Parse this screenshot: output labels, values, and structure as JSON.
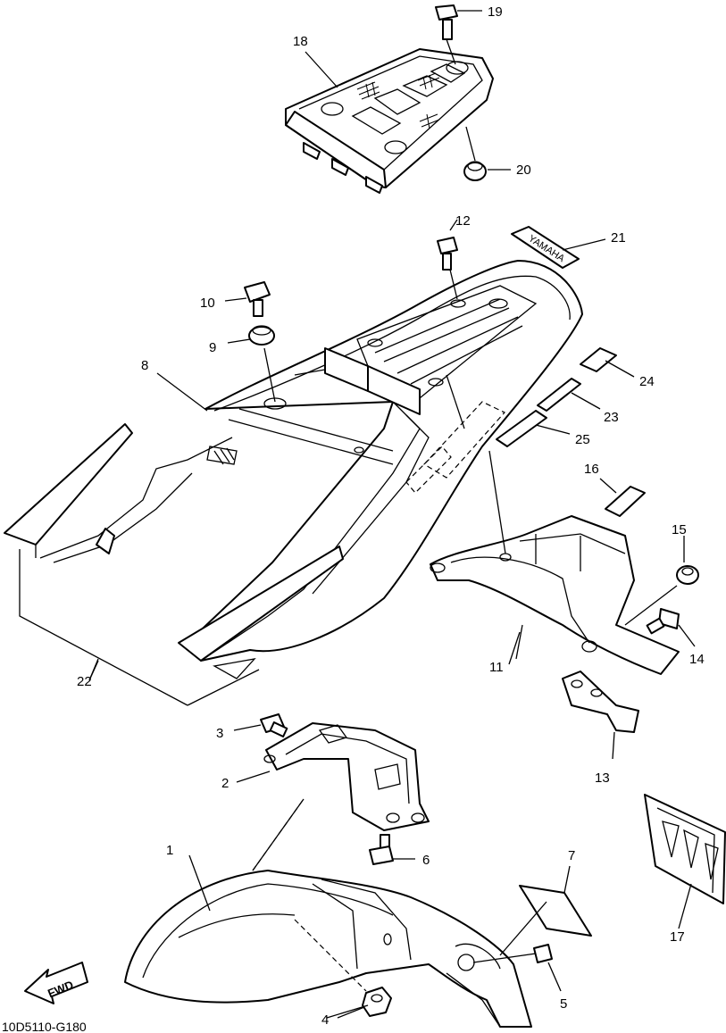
{
  "drawing_code": "10D5110-G180",
  "fwd_label": "FWD",
  "brand_decal": "YAMAHA",
  "callouts": [
    {
      "id": "p1",
      "label": "1"
    },
    {
      "id": "p2",
      "label": "2"
    },
    {
      "id": "p3",
      "label": "3"
    },
    {
      "id": "p4",
      "label": "4"
    },
    {
      "id": "p5",
      "label": "5"
    },
    {
      "id": "p6",
      "label": "6"
    },
    {
      "id": "p7",
      "label": "7"
    },
    {
      "id": "p8",
      "label": "8"
    },
    {
      "id": "p9",
      "label": "9"
    },
    {
      "id": "p10",
      "label": "10"
    },
    {
      "id": "p11",
      "label": "11"
    },
    {
      "id": "p12",
      "label": "12"
    },
    {
      "id": "p13",
      "label": "13"
    },
    {
      "id": "p14",
      "label": "14"
    },
    {
      "id": "p15",
      "label": "15"
    },
    {
      "id": "p16",
      "label": "16"
    },
    {
      "id": "p17",
      "label": "17"
    },
    {
      "id": "p18",
      "label": "18"
    },
    {
      "id": "p19",
      "label": "19"
    },
    {
      "id": "p20",
      "label": "20"
    },
    {
      "id": "p21",
      "label": "21"
    },
    {
      "id": "p22",
      "label": "22"
    },
    {
      "id": "p23",
      "label": "23"
    },
    {
      "id": "p24",
      "label": "24"
    },
    {
      "id": "p25",
      "label": "25"
    }
  ]
}
